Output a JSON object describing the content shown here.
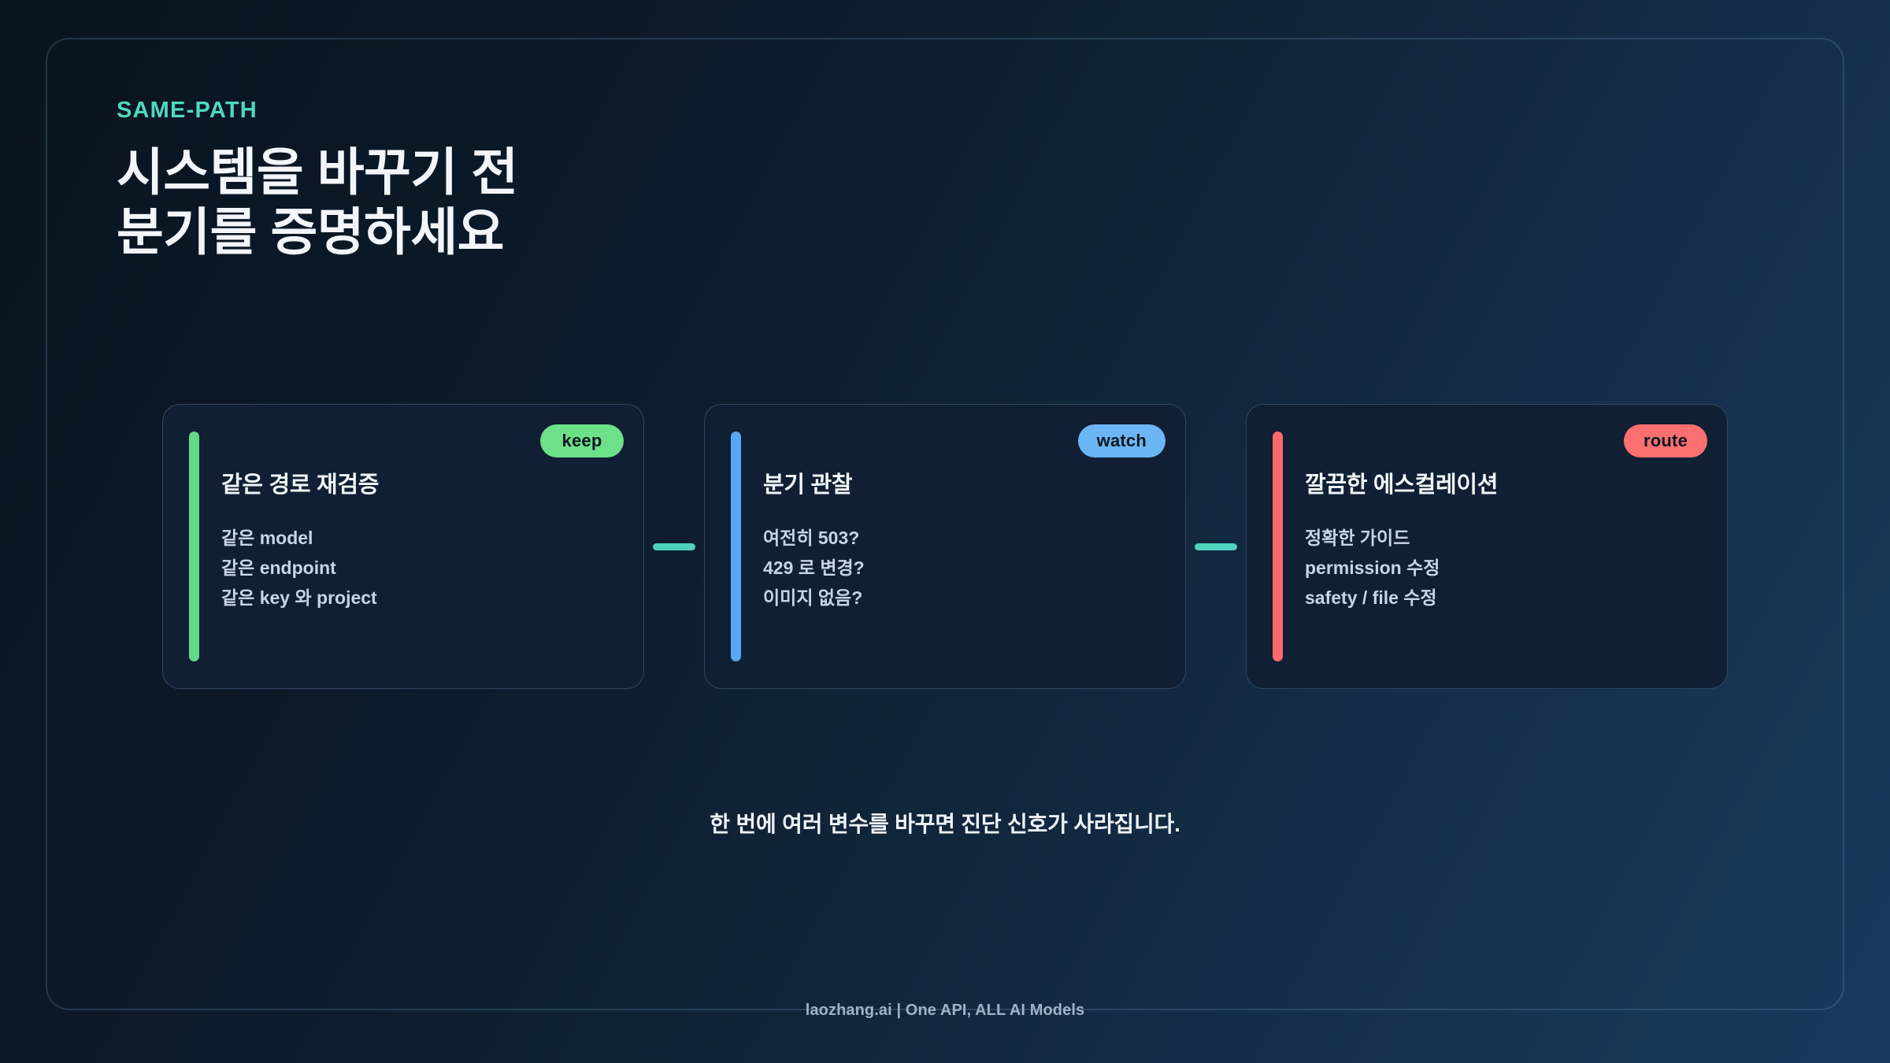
{
  "frame": {
    "border_color": "#7dafd7"
  },
  "theme": {
    "bg_dark": "#0a1420",
    "bg_light": "#1a3a5c",
    "accent_teal": "#4fd8c0",
    "card_bg": "#101f33",
    "title_color": "#f2f6fa",
    "body_color": "#c6d5e6"
  },
  "header": {
    "eyebrow": "SAME-PATH",
    "title_line1": "시스템을 바꾸기 전",
    "title_line2": "분기를 증명하세요"
  },
  "cards": [
    {
      "badge": "keep",
      "badge_color": "#6ee08a",
      "accent_color": "#64d98a",
      "title": "같은 경로 재검증",
      "lines": [
        "같은 model",
        "같은 endpoint",
        "같은 key 와 project"
      ]
    },
    {
      "badge": "watch",
      "badge_color": "#6cb6f5",
      "accent_color": "#55a8f5",
      "title": "분기 관찰",
      "lines": [
        "여전히 503?",
        "429 로 변경?",
        "이미지 없음?"
      ]
    },
    {
      "badge": "route",
      "badge_color": "#fa7070",
      "accent_color": "#f96a6a",
      "title": "깔끔한 에스컬레이션",
      "lines": [
        "정확한 가이드",
        "permission 수정",
        "safety / file 수정"
      ]
    }
  ],
  "connectors": [
    {
      "color": "#4fd2bd"
    },
    {
      "color": "#4fd2bd"
    }
  ],
  "caption": "한 번에 여러 변수를 바꾸면 진단 신호가 사라집니다.",
  "footer": {
    "text": "laozhang.ai | One API, ALL AI Models"
  }
}
